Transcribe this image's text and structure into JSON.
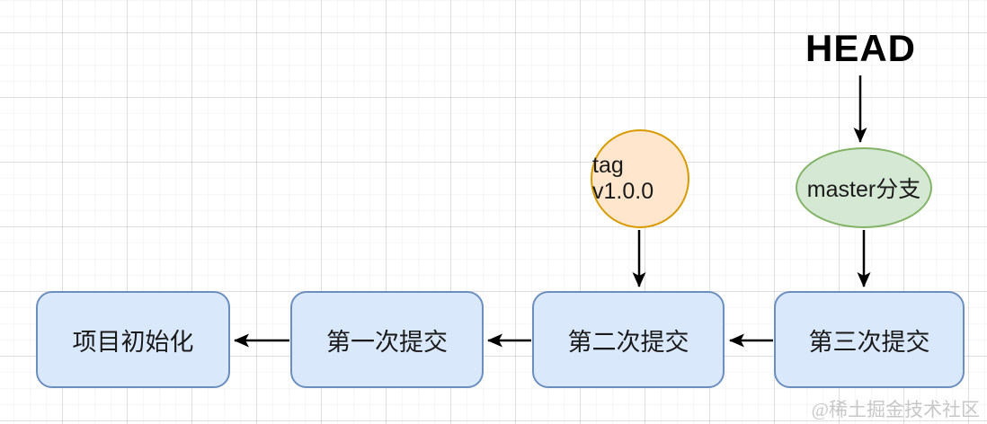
{
  "diagram": {
    "head_label": "HEAD",
    "tag_node": {
      "label": "tag v1.0.0"
    },
    "branch_node": {
      "label": "master分支"
    },
    "commits": [
      {
        "label": "项目初始化"
      },
      {
        "label": "第一次提交"
      },
      {
        "label": "第二次提交"
      },
      {
        "label": "第三次提交"
      }
    ]
  },
  "watermark": "@稀土掘金技术社区",
  "colors": {
    "commit_fill": "#dae8fc",
    "commit_border": "#6c8ebf",
    "tag_fill": "#ffe6cc",
    "tag_border": "#d79b00",
    "branch_fill": "#d5e8d4",
    "branch_border": "#82b366",
    "arrow": "#000000"
  }
}
